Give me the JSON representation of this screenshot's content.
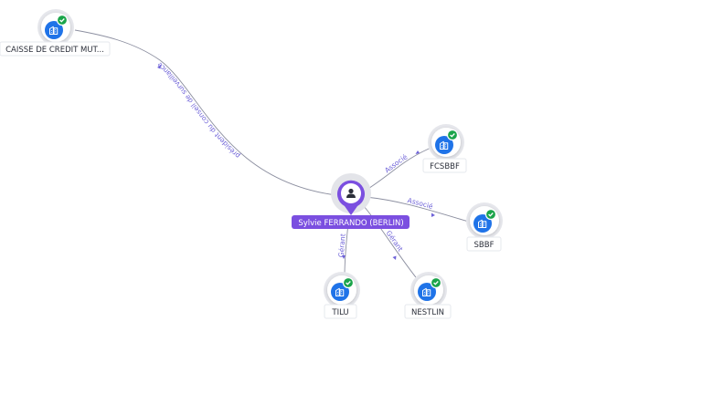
{
  "colors": {
    "accent": "#7b4fe0",
    "company_icon": "#1f73e8",
    "check": "#1aa44a",
    "edge": "#8c8fa0",
    "edge_label": "#6e62d8"
  },
  "center": {
    "label": "Sylvie FERRANDO (BERLIN)",
    "icon": "person-icon"
  },
  "companies": [
    {
      "id": "caisse",
      "label": "CAISSE DE CREDIT MUT...",
      "icon": "building-icon",
      "verified": true
    },
    {
      "id": "fcsbbf",
      "label": "FCSBBF",
      "icon": "building-icon",
      "verified": true
    },
    {
      "id": "sbbf",
      "label": "SBBF",
      "icon": "building-icon",
      "verified": true
    },
    {
      "id": "tilu",
      "label": "TILU",
      "icon": "building-icon",
      "verified": true
    },
    {
      "id": "nestlin",
      "label": "NESTLIN",
      "icon": "building-icon",
      "verified": true
    }
  ],
  "edges": [
    {
      "to": "caisse",
      "label": "président du conseil de surveillance"
    },
    {
      "to": "fcsbbf",
      "label": "Associé"
    },
    {
      "to": "sbbf",
      "label": "Associé"
    },
    {
      "to": "tilu",
      "label": "Gérant"
    },
    {
      "to": "nestlin",
      "label": "Gérant"
    }
  ]
}
